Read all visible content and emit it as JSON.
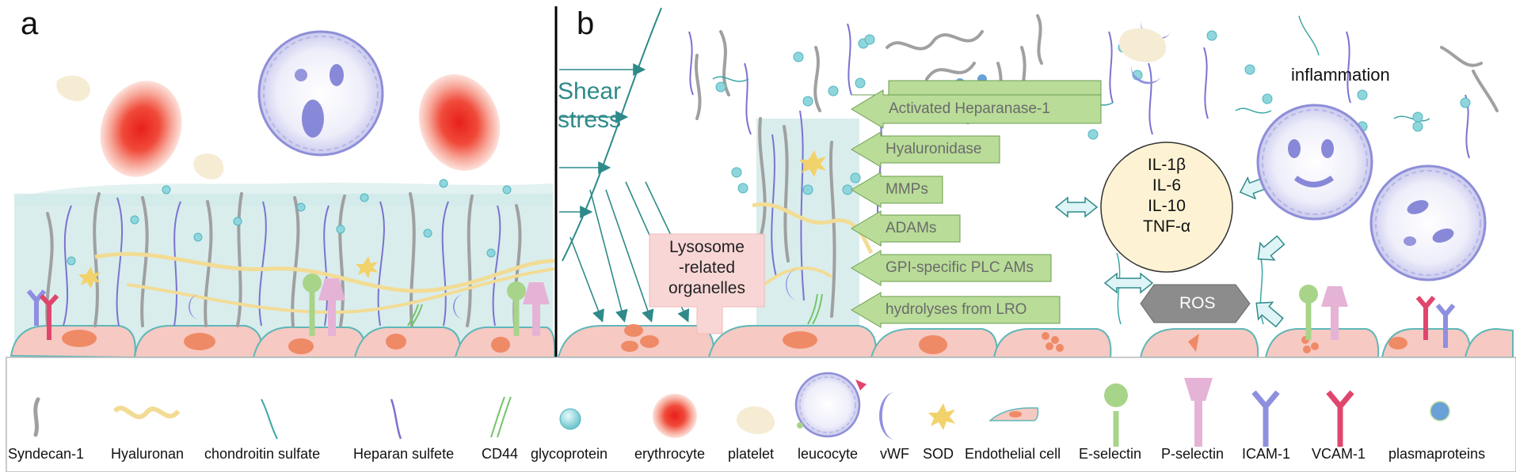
{
  "panels": {
    "a_label": "a",
    "b_label": "b"
  },
  "panel_b": {
    "shear_line1": "Shear",
    "shear_line2": "stress",
    "lysosome_line1": "Lysosome",
    "lysosome_line2": "-related",
    "lysosome_line3": "organelles",
    "inflammation": "inflammation",
    "enzymes": [
      "Activated Heparanase-1",
      "Hyaluronidase",
      "MMPs",
      "ADAMs",
      "GPI-specific PLC AMs",
      "hydrolyses from LRO"
    ],
    "cytokines": [
      "IL-1β",
      "IL-6",
      "IL-10",
      "TNF-α"
    ],
    "ros": "ROS"
  },
  "legend": [
    {
      "label": "Syndecan-1",
      "icon": "syndecan-icon"
    },
    {
      "label": "Hyaluronan",
      "icon": "hyaluronan-icon"
    },
    {
      "label": "chondroitin sulfate",
      "icon": "chondroitin-sulfate-icon"
    },
    {
      "label": "Heparan sulfete",
      "icon": "heparan-sulfate-icon"
    },
    {
      "label": "CD44",
      "icon": "cd44-icon"
    },
    {
      "label": "glycoprotein",
      "icon": "glycoprotein-icon"
    },
    {
      "label": "erythrocyte",
      "icon": "erythrocyte-icon"
    },
    {
      "label": "platelet",
      "icon": "platelet-icon"
    },
    {
      "label": "leucocyte",
      "icon": "leucocyte-icon"
    },
    {
      "label": "vWF",
      "icon": "vwf-icon"
    },
    {
      "label": "SOD",
      "icon": "sod-icon"
    },
    {
      "label": "Endothelial cell",
      "icon": "endothelial-cell-icon"
    },
    {
      "label": "E-selectin",
      "icon": "e-selectin-icon"
    },
    {
      "label": "P-selectin",
      "icon": "p-selectin-icon"
    },
    {
      "label": "ICAM-1",
      "icon": "icam-1-icon"
    },
    {
      "label": "VCAM-1",
      "icon": "vcam-1-icon"
    },
    {
      "label": "plasmaproteins",
      "icon": "plasmaprotein-icon"
    }
  ],
  "colors": {
    "glycocalyx": "#cfe9e8",
    "endothelial_cell": "#f6c9c2",
    "nucleus": "#ef8a66",
    "enzyme_arrow": "#b9dc98",
    "cytokine_fill": "#fdf3d4",
    "ros_fill": "#8c8c8c",
    "shear": "#2f8a8a",
    "leucocyte": "#8e8ed8",
    "erythrocyte": "#f06c60",
    "syndecan": "#a0a0a0",
    "hyaluronan": "#f2dc95",
    "heparan": "#7a73d0",
    "chondroitin": "#3aa6a6",
    "e_selectin": "#a8d48a",
    "p_selectin": "#e5b3d6",
    "icam": "#8f8fe0",
    "vcam": "#e0466d",
    "plasmaprotein": "#6aa0d8",
    "glycoprotein": "#8fd6dc"
  }
}
